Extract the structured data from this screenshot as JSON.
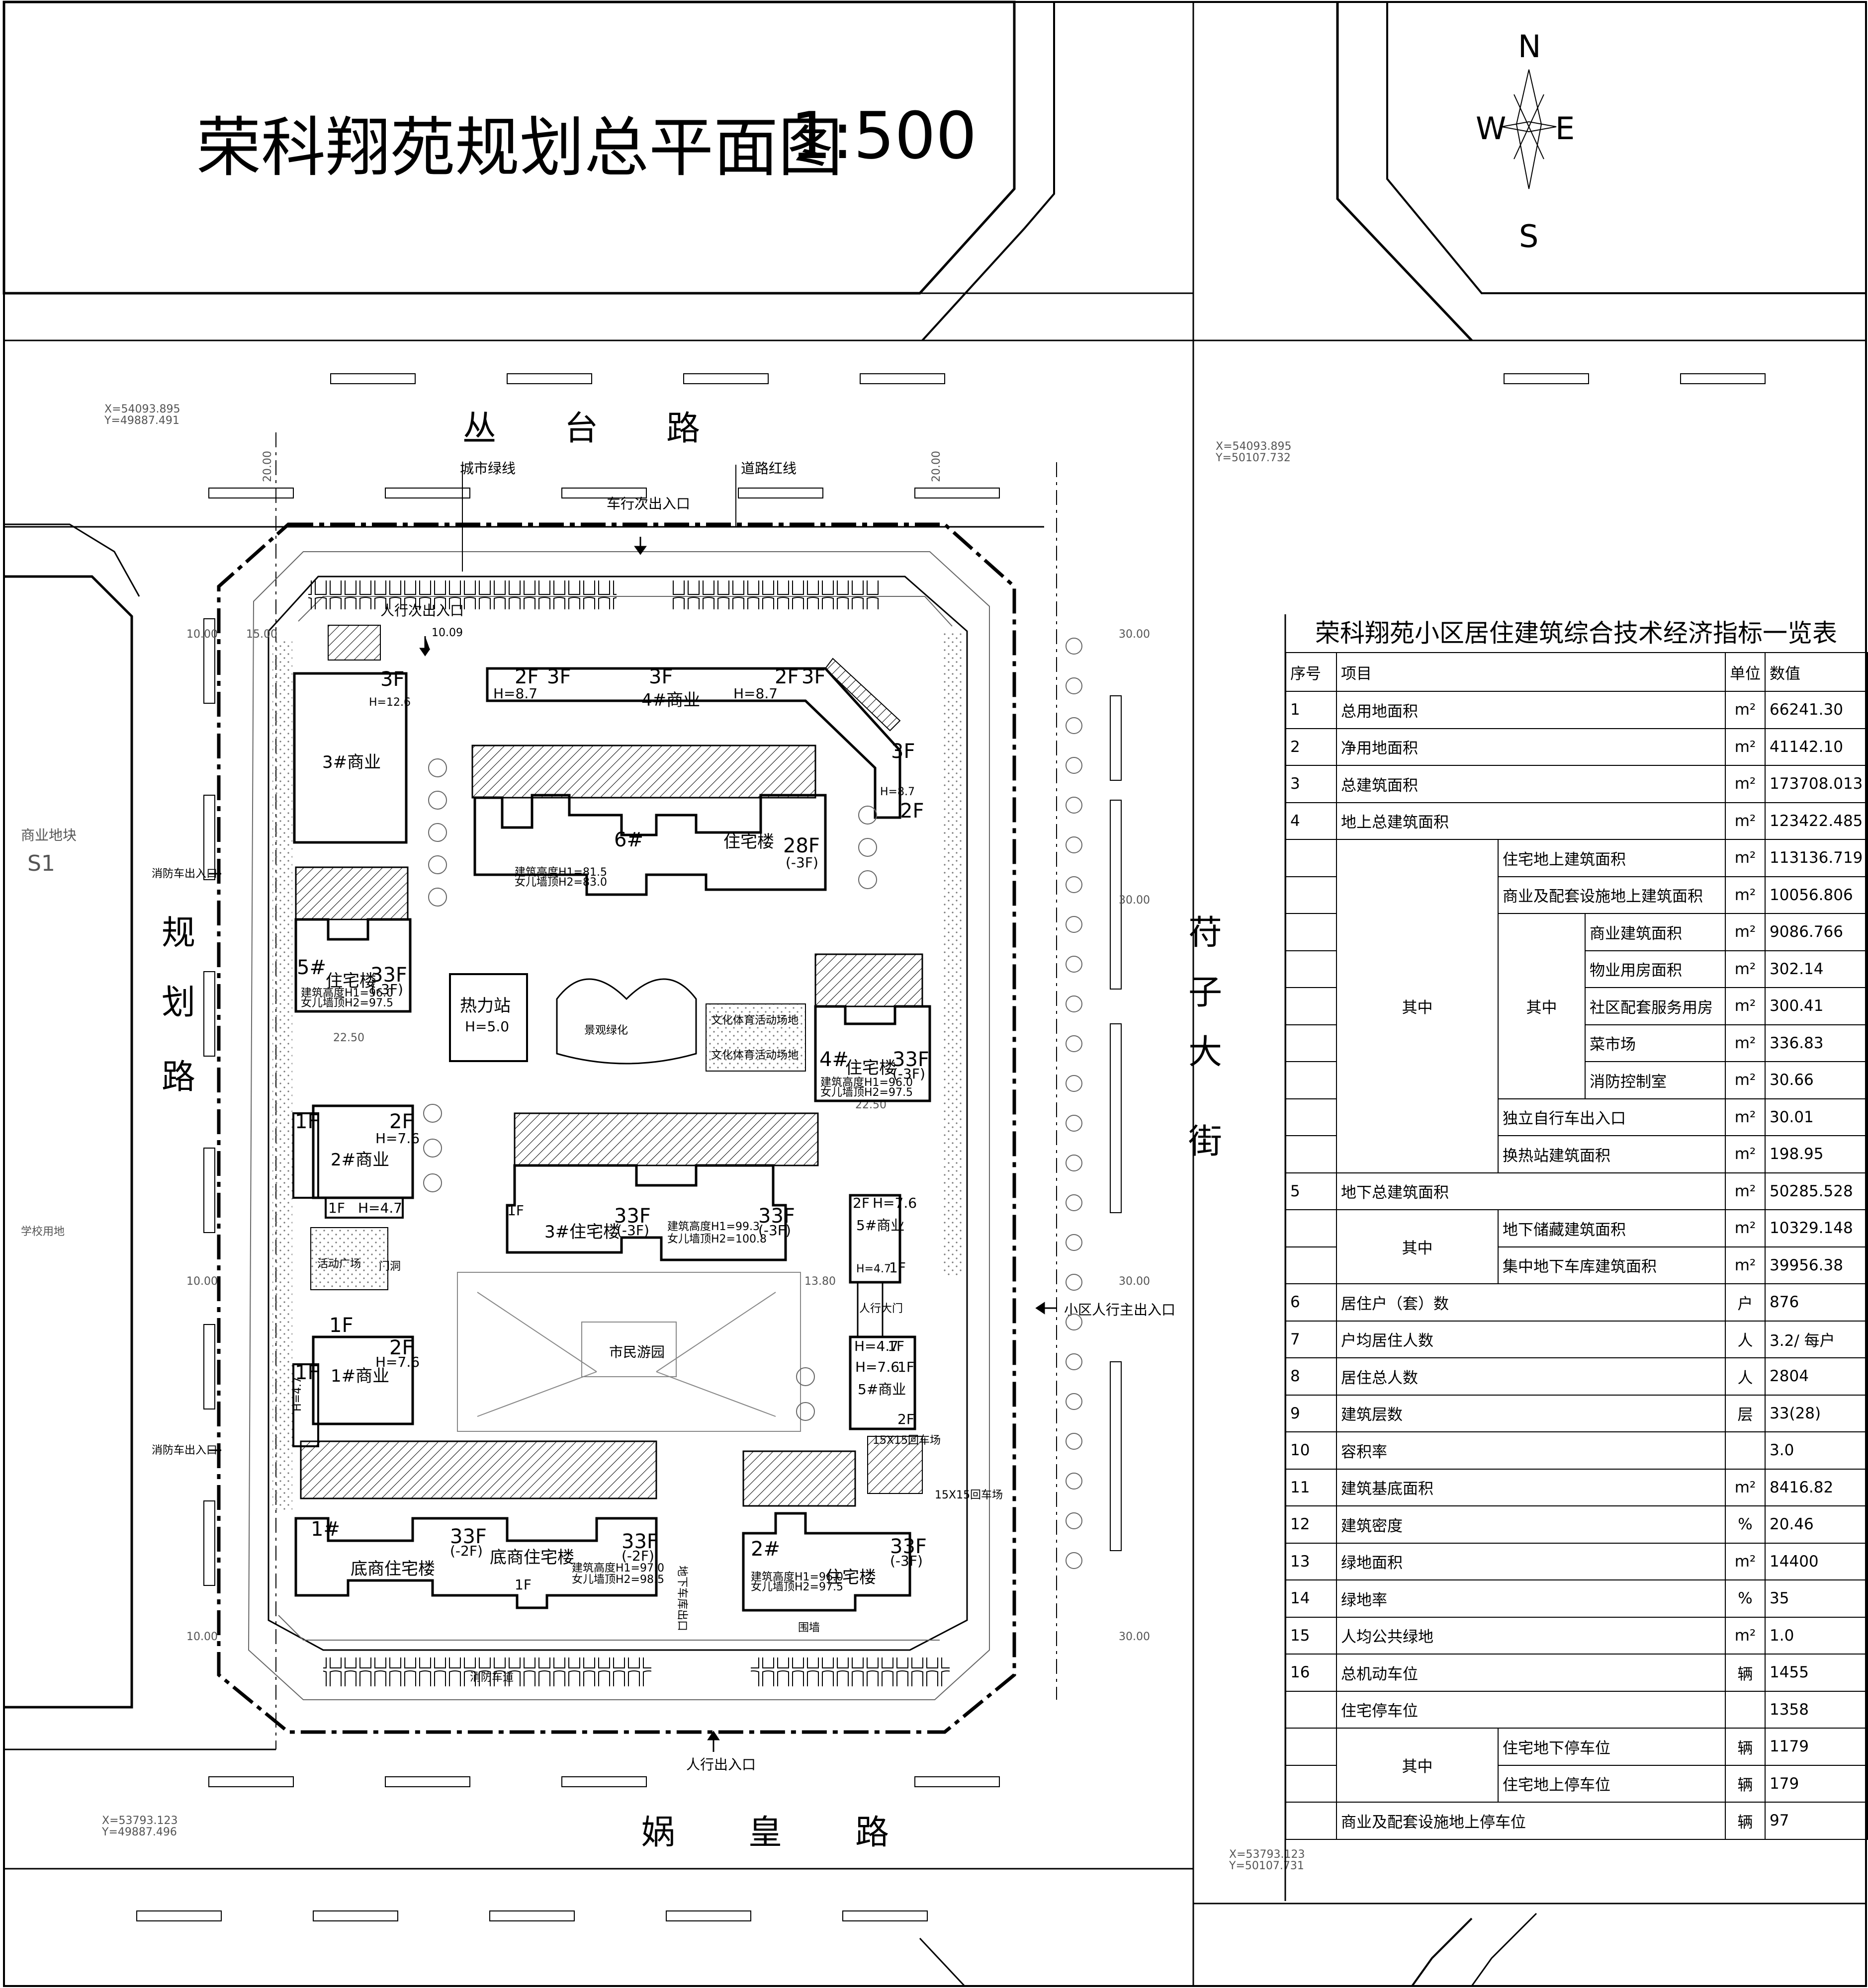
{
  "title": "荣科翔苑规划总平面图",
  "scale": "1:500",
  "compass": {
    "n": "N",
    "s": "S",
    "e": "E",
    "w": "W"
  },
  "roads": {
    "north": [
      "丛",
      "台",
      "路"
    ],
    "south": [
      "娲",
      "皇",
      "路"
    ],
    "west": [
      "规",
      "划",
      "路"
    ],
    "east": [
      "苻",
      "子",
      "大",
      "街"
    ]
  },
  "labels": {
    "city_green": "城市绿线",
    "road_red": "道路红线",
    "car_secondary": "车行次出入口",
    "ped_secondary": "人行次出入口",
    "ped_gate": "人行出入口",
    "main_ped": "小区人行主出入口",
    "fire_entry": "消防车出入口",
    "commercial_block": "商业地块",
    "s1": "S1",
    "school_land": "学校用地",
    "activity_plaza": "活动广场",
    "gate": "门洞",
    "heat_station": "热力站",
    "heat_h": "H=5.0",
    "landscape": "景观绿化",
    "culture1": "文化体育活动场地",
    "culture2": "文化体育活动场地",
    "park": "市民游园",
    "wall": "围墙",
    "car_15": "15X15回车场",
    "car_15b": "15X15回车场",
    "fire_lane": "消防车道",
    "garage": "地下车库出口",
    "main_gate": "人行大门"
  },
  "coords": {
    "nw": [
      "X=54093.895",
      "Y=49887.491"
    ],
    "ne": [
      "X=54093.895",
      "Y=50107.732"
    ],
    "sw": [
      "X=53793.123",
      "Y=49887.496"
    ],
    "se": [
      "X=53793.123",
      "Y=50107.731"
    ]
  },
  "dims": {
    "d2000": "20.00",
    "d1000": "10.00",
    "d1500": "15.00",
    "d3000": "30.00",
    "d2250": "22.50",
    "d1380": "13.80",
    "d1009": "10.09"
  },
  "buildings": {
    "c3": {
      "name": "3#商业",
      "floor": "3F",
      "h": "H=12.6"
    },
    "c4": {
      "name": "4#商业",
      "f1": "2F",
      "f2": "3F",
      "f3": "3F",
      "f4": "2F",
      "f5": "3F",
      "h1": "H=8.7",
      "h2": "H=8.7"
    },
    "c4side": {
      "f1": "3F",
      "h": "H=8.7",
      "f2": "2F"
    },
    "r6": {
      "name": "6#",
      "sub": "住宅楼",
      "floor": "28F",
      "base": "(-3F)",
      "h": "建筑高度H1=81.5",
      "h2": "女儿墙顶H2=83.0"
    },
    "r5": {
      "name": "5#",
      "sub": "住宅楼",
      "floor": "33F",
      "base": "(-3F)",
      "h": "建筑高度H1=96.0",
      "h2": "女儿墙顶H2=97.5"
    },
    "r4": {
      "name": "4#",
      "sub": "住宅楼",
      "floor": "33F",
      "base": "(-3F)",
      "h": "建筑高度H1=96.0",
      "h2": "女儿墙顶H2=97.5"
    },
    "c2": {
      "name": "2#商业",
      "f1": "1F",
      "f2": "2F",
      "h": "H=7.6",
      "f3": "1F",
      "h2": "H=4.7"
    },
    "c1": {
      "name": "1#商业",
      "f1": "1F",
      "f2": "2F",
      "h": "H=7.6",
      "f3": "1F",
      "h2": "H=4.7"
    },
    "r3": {
      "name": "3#住宅楼",
      "f1": "1F",
      "f2": "33F",
      "b2": "(-3F)",
      "f3": "33F",
      "b3": "(-3F)",
      "h": "建筑高度H1=99.3",
      "h2": "女儿墙顶H2=100.8"
    },
    "c5a": {
      "name": "5#商业",
      "f1": "2F",
      "h": "H=7.6",
      "f2": "1F",
      "h2": "H=4.7"
    },
    "c5b": {
      "name": "5#商业",
      "f1": "1F",
      "h": "H=4.7",
      "f2": "1F",
      "h2": "H=7.6",
      "f3": "2F"
    },
    "r1": {
      "name": "1#",
      "sub1": "底商住宅楼",
      "sub2": "底商住宅楼",
      "f1": "33F",
      "b1": "(-2F)",
      "f2": "33F",
      "b2": "(-2F)",
      "f3": "1F",
      "h": "建筑高度H1=97.0",
      "h2": "女儿墙顶H2=98.5"
    },
    "r2": {
      "name": "2#",
      "sub": "住宅楼",
      "floor": "33F",
      "base": "(-3F)",
      "h": "建筑高度H1=96.0",
      "h2": "女儿墙顶H2=97.5"
    }
  },
  "econ_table": {
    "title": "荣科翔苑小区居住建筑综合技术经济指标一览表",
    "headers": [
      "序号",
      "项目",
      "",
      "单位",
      "数值"
    ],
    "rows": [
      {
        "no": "1",
        "item": "总用地面积",
        "sub": "",
        "sub2": "",
        "unit": "m²",
        "value": "66241.30"
      },
      {
        "no": "2",
        "item": "净用地面积",
        "sub": "",
        "sub2": "",
        "unit": "m²",
        "value": "41142.10"
      },
      {
        "no": "3",
        "item": "总建筑面积",
        "sub": "",
        "sub2": "",
        "unit": "m²",
        "value": "173708.013"
      },
      {
        "no": "4",
        "item": "地上总建筑面积",
        "sub": "",
        "sub2": "",
        "unit": "m²",
        "value": "123422.485"
      },
      {
        "no": "",
        "item": "其中",
        "sub": "住宅地上建筑面积",
        "sub2": "",
        "unit": "m²",
        "value": "113136.719"
      },
      {
        "no": "",
        "item": "",
        "sub": "商业及配套设施地上建筑面积",
        "sub2": "",
        "unit": "m²",
        "value": "10056.806"
      },
      {
        "no": "",
        "item": "",
        "sub": "其中",
        "sub2": "商业建筑面积",
        "unit": "m²",
        "value": "9086.766"
      },
      {
        "no": "",
        "item": "",
        "sub": "",
        "sub2": "物业用房面积",
        "unit": "m²",
        "value": "302.14"
      },
      {
        "no": "",
        "item": "",
        "sub": "",
        "sub2": "社区配套服务用房",
        "unit": "m²",
        "value": "300.41"
      },
      {
        "no": "",
        "item": "",
        "sub": "",
        "sub2": "菜市场",
        "unit": "m²",
        "value": "336.83"
      },
      {
        "no": "",
        "item": "",
        "sub": "",
        "sub2": "消防控制室",
        "unit": "m²",
        "value": "30.66"
      },
      {
        "no": "",
        "item": "",
        "sub": "独立自行车出入口",
        "sub2": "",
        "unit": "m²",
        "value": "30.01"
      },
      {
        "no": "",
        "item": "",
        "sub": "换热站建筑面积",
        "sub2": "",
        "unit": "m²",
        "value": "198.95"
      },
      {
        "no": "5",
        "item": "地下总建筑面积",
        "sub": "",
        "sub2": "",
        "unit": "m²",
        "value": "50285.528"
      },
      {
        "no": "",
        "item": "其中",
        "sub": "地下储藏建筑面积",
        "sub2": "",
        "unit": "m²",
        "value": "10329.148"
      },
      {
        "no": "",
        "item": "",
        "sub": "集中地下车库建筑面积",
        "sub2": "",
        "unit": "m²",
        "value": "39956.38"
      },
      {
        "no": "6",
        "item": "居住户（套）数",
        "sub": "",
        "sub2": "",
        "unit": "户",
        "value": "876"
      },
      {
        "no": "7",
        "item": "户均居住人数",
        "sub": "",
        "sub2": "",
        "unit": "人",
        "value": "3.2/ 每户"
      },
      {
        "no": "8",
        "item": "居住总人数",
        "sub": "",
        "sub2": "",
        "unit": "人",
        "value": "2804"
      },
      {
        "no": "9",
        "item": "建筑层数",
        "sub": "",
        "sub2": "",
        "unit": "层",
        "value": "33(28)"
      },
      {
        "no": "10",
        "item": "容积率",
        "sub": "",
        "sub2": "",
        "unit": "",
        "value": "3.0"
      },
      {
        "no": "11",
        "item": "建筑基底面积",
        "sub": "",
        "sub2": "",
        "unit": "m²",
        "value": "8416.82"
      },
      {
        "no": "12",
        "item": "建筑密度",
        "sub": "",
        "sub2": "",
        "unit": "%",
        "value": "20.46"
      },
      {
        "no": "13",
        "item": "绿地面积",
        "sub": "",
        "sub2": "",
        "unit": "m²",
        "value": "14400"
      },
      {
        "no": "14",
        "item": "绿地率",
        "sub": "",
        "sub2": "",
        "unit": "%",
        "value": "35"
      },
      {
        "no": "15",
        "item": "人均公共绿地",
        "sub": "",
        "sub2": "",
        "unit": "m²",
        "value": "1.0"
      },
      {
        "no": "16",
        "item": "总机动车位",
        "sub": "",
        "sub2": "",
        "unit": "辆",
        "value": "1455"
      },
      {
        "no": "",
        "item": "住宅停车位",
        "sub": "",
        "sub2": "",
        "unit": "",
        "value": "1358"
      },
      {
        "no": "",
        "item": "其中",
        "sub": "住宅地下停车位",
        "sub2": "",
        "unit": "辆",
        "value": "1179"
      },
      {
        "no": "",
        "item": "",
        "sub": "住宅地上停车位",
        "sub2": "",
        "unit": "辆",
        "value": "179"
      },
      {
        "no": "",
        "item": "商业及配套设施地上停车位",
        "sub": "",
        "sub2": "",
        "unit": "辆",
        "value": "97"
      }
    ]
  }
}
